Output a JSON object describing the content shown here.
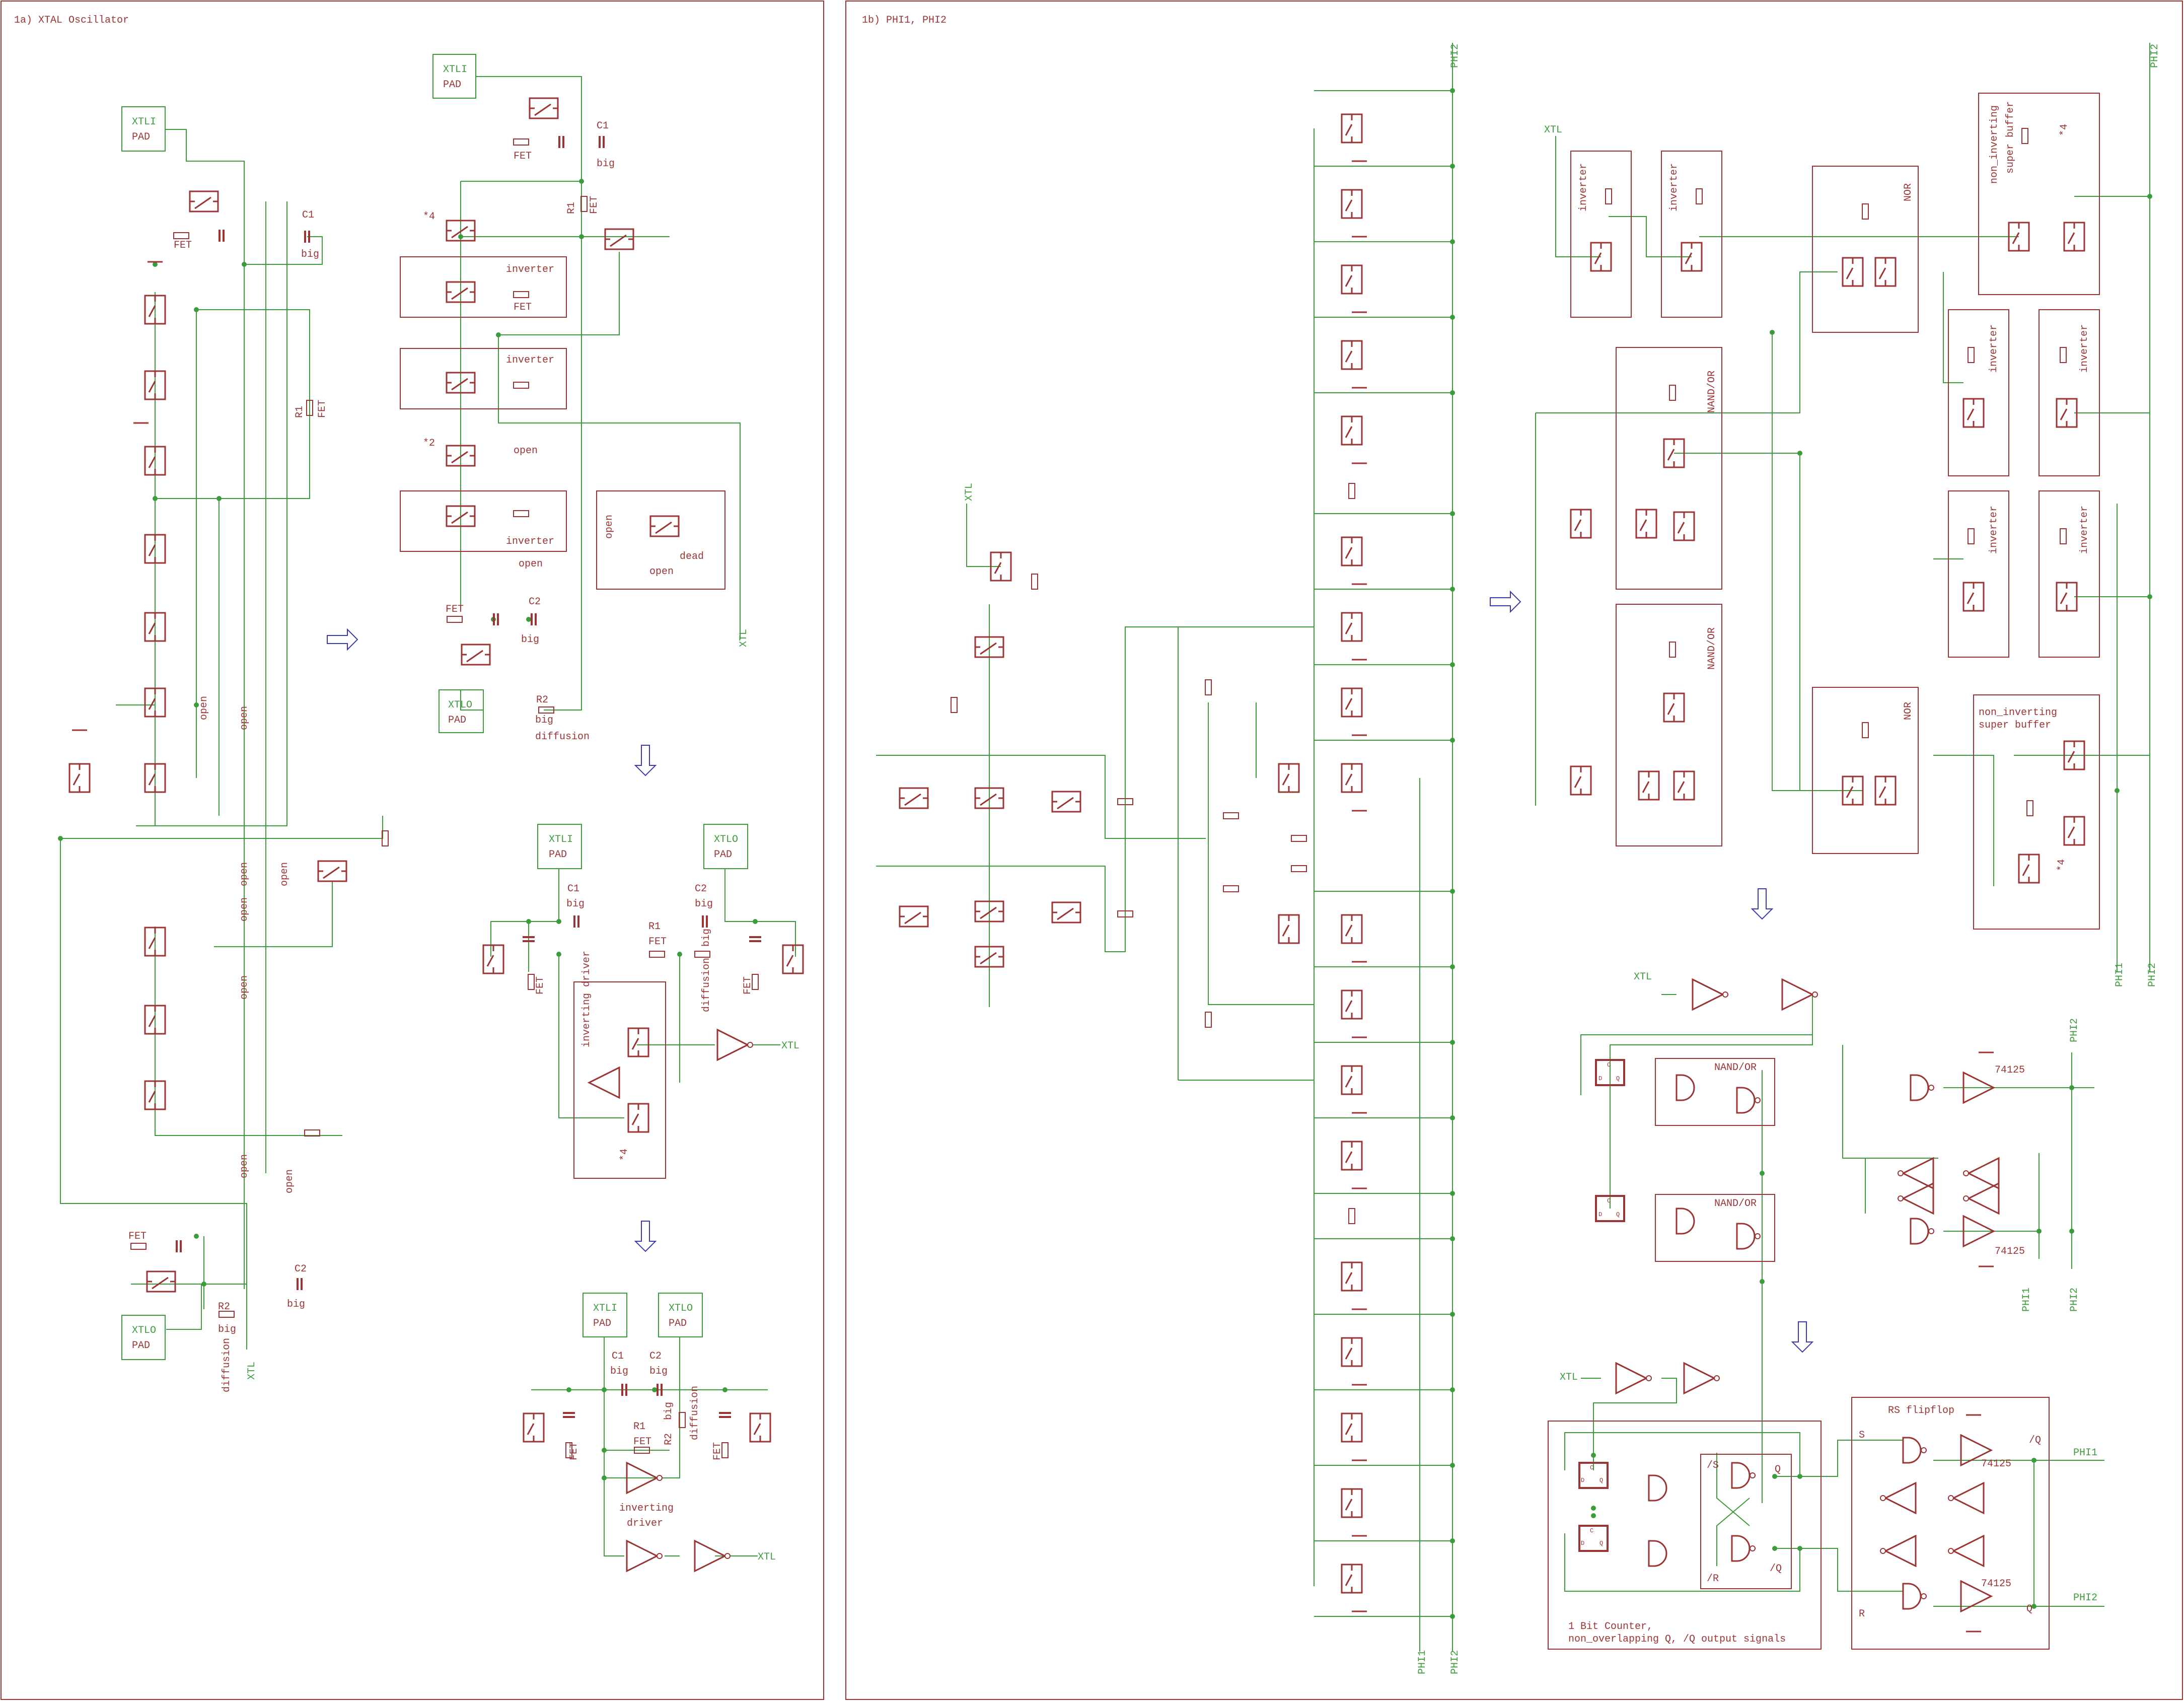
{
  "colors": {
    "symbol": "#9b3434",
    "net": "#3c9c3c",
    "arrow": "#3a3ab0"
  },
  "panel_a": {
    "title": "1a) XTAL Oscillator",
    "original": {
      "xtli_name": "XTLI",
      "xtli_pad": "PAD",
      "fet_1": "FET",
      "c1": "C1",
      "c1_big": "big",
      "r1": "R1",
      "r1_fet": "FET",
      "open_1": "open",
      "open_2": "open",
      "open_3": "open",
      "open_4": "open",
      "open_5": "open",
      "open_6": "open",
      "open_7": "open",
      "open_8": "open",
      "fet_2": "FET",
      "c2": "C2",
      "c2_big": "big",
      "xtlo_name": "XTLO",
      "xtlo_pad": "PAD",
      "r2": "R2",
      "r2_big": "big",
      "r2_diffusion": "diffusion",
      "xtl": "XTL"
    },
    "step1": {
      "xtli_name": "XTLI",
      "xtli_pad": "PAD",
      "fet_1": "FET",
      "c1": "C1",
      "c1_big": "big",
      "x4": "*4",
      "r1": "R1",
      "r1_fet": "FET",
      "inverter_1": "inverter",
      "fet_2": "FET",
      "inverter_2": "inverter",
      "x2": "*2",
      "open_1": "open",
      "inverter_3": "inverter",
      "open_2": "open",
      "dead_open_1": "open",
      "dead": "dead",
      "dead_open_2": "open",
      "fet_3": "FET",
      "c2": "C2",
      "c2_big": "big",
      "xtlo_name": "XTLO",
      "xtlo_pad": "PAD",
      "r2": "R2",
      "r2_big": "big",
      "r2_diffusion": "diffusion",
      "xtl": "XTL"
    },
    "step2": {
      "xtli_name": "XTLI",
      "xtli_pad": "PAD",
      "xtlo_name": "XTLO",
      "xtlo_pad": "PAD",
      "c1": "C1",
      "c1_big": "big",
      "c2": "C2",
      "c2_big": "big",
      "r1": "R1",
      "r1_fet": "FET",
      "r2_big": "big",
      "r2_diffusion": "diffusion",
      "fet_left": "FET",
      "fet_right": "FET",
      "inverting_driver": "inverting driver",
      "x4": "*4",
      "xtl": "XTL"
    },
    "step3": {
      "xtli_name": "XTLI",
      "xtli_pad": "PAD",
      "xtlo_name": "XTLO",
      "xtlo_pad": "PAD",
      "c1": "C1",
      "c1_big": "big",
      "c2": "C2",
      "c2_big": "big",
      "r1": "R1",
      "r1_fet": "FET",
      "r2": "R2",
      "r2_big": "big",
      "r2_diffusion": "diffusion",
      "fet_left": "FET",
      "fet_right": "FET",
      "inverting": "inverting",
      "driver": "driver",
      "xtl": "XTL"
    }
  },
  "panel_b": {
    "title": "1b) PHI1, PHI2",
    "original": {
      "phi2_top": "PHI2",
      "phi1_bottom": "PHI1",
      "phi2_bottom": "PHI2",
      "xtl": "XTL"
    },
    "step1": {
      "xtl": "XTL",
      "inverter_1": "inverter",
      "inverter_2": "inverter",
      "nor_1": "NOR",
      "super_buffer_1a": "non_inverting",
      "super_buffer_1b": "super buffer",
      "x4_1": "*4",
      "inverter_3": "inverter",
      "inverter_4": "inverter",
      "nand_or_1": "NAND/OR",
      "nand_or_2": "NAND/OR",
      "inverter_5": "inverter",
      "inverter_6": "inverter",
      "nor_2": "NOR",
      "super_buffer_2a": "non_inverting",
      "super_buffer_2b": "super buffer",
      "x4_2": "*4",
      "phi2_top": "PHI2",
      "phi1_bottom": "PHI1",
      "phi2_bottom": "PHI2"
    },
    "step2": {
      "xtl": "XTL",
      "nand_or_1": "NAND/OR",
      "nand_or_2": "NAND/OR",
      "chip_1": "74125",
      "chip_2": "74125",
      "c_1": "C",
      "d_1": "D",
      "q_1": "Q",
      "c_2": "C",
      "d_2": "D",
      "q_2": "Q",
      "phi2_top": "PHI2",
      "phi1_bottom": "PHI1",
      "phi2_bottom": "PHI2"
    },
    "step3": {
      "xtl": "XTL",
      "c_1": "C",
      "d_1": "D",
      "q_1": "Q",
      "c_2": "C",
      "d_2": "D",
      "q_2": "Q",
      "ns": "/S",
      "q": "Q",
      "nr": "/R",
      "nq": "/Q",
      "counter_line1": "1 Bit Counter,",
      "counter_line2": "non_overlapping Q, /Q output signals",
      "rs_title": "RS flipflop",
      "s": "S",
      "r": "R",
      "out_nq": "/Q",
      "out_q": "Q",
      "chip_1": "74125",
      "chip_2": "74125",
      "phi1": "PHI1",
      "phi2": "PHI2"
    }
  }
}
